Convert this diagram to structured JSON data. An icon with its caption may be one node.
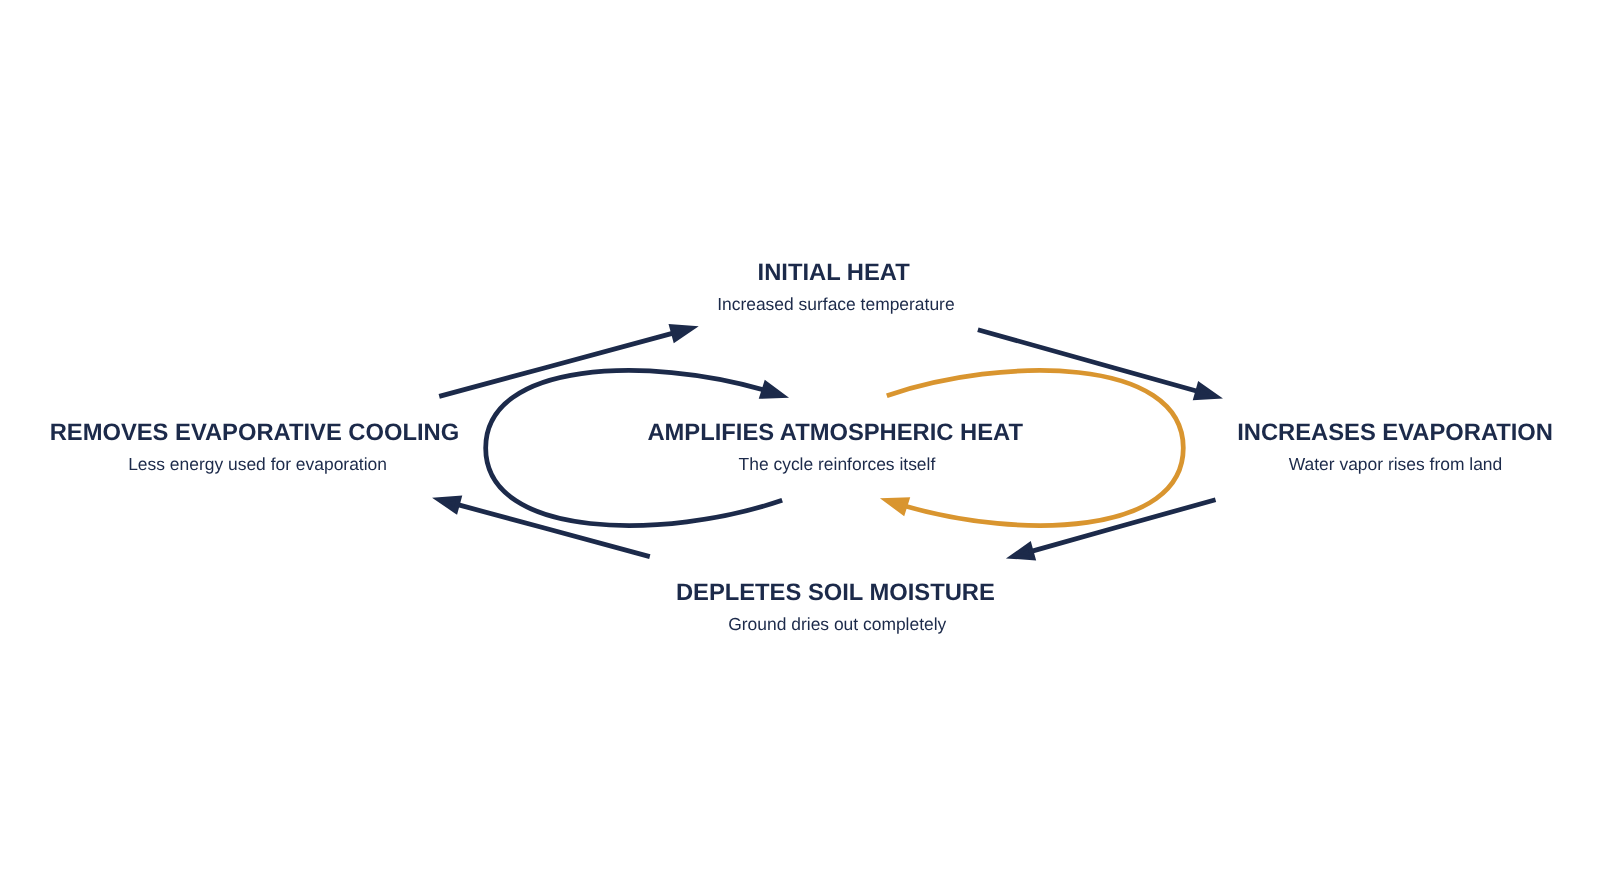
{
  "diagram": {
    "nodes": [
      {
        "text": [
          "INITIAL HEAT",
          "Increased surface temperature"
        ]
      },
      {
        "text": [
          "INCREASES EVAPORATION",
          "Water vapor rises from land"
        ]
      },
      {
        "text": [
          "DEPLETES SOIL MOISTURE",
          "Ground dries out completely"
        ]
      },
      {
        "text": [
          "REMOVES EVAPORATIVE COOLING",
          "Less energy used for evaporation"
        ]
      },
      {
        "text": [
          "AMPLIFIES ATMOSPHERIC HEAT",
          "The cycle reinforces itself"
        ]
      }
    ],
    "edges": [
      {
        "from": 0,
        "to": 1,
        "arrow": "to"
      },
      {
        "from": 1,
        "to": 2,
        "arrow": "to"
      },
      {
        "from": 2,
        "to": 3,
        "arrow": "to"
      },
      {
        "from": 3,
        "to": 0,
        "arrow": "to"
      },
      {
        "from": 4,
        "to": 4,
        "arrow": "to",
        "color": "#d9952f"
      },
      {
        "from": 4,
        "to": 4,
        "arrow": "to"
      }
    ]
  }
}
